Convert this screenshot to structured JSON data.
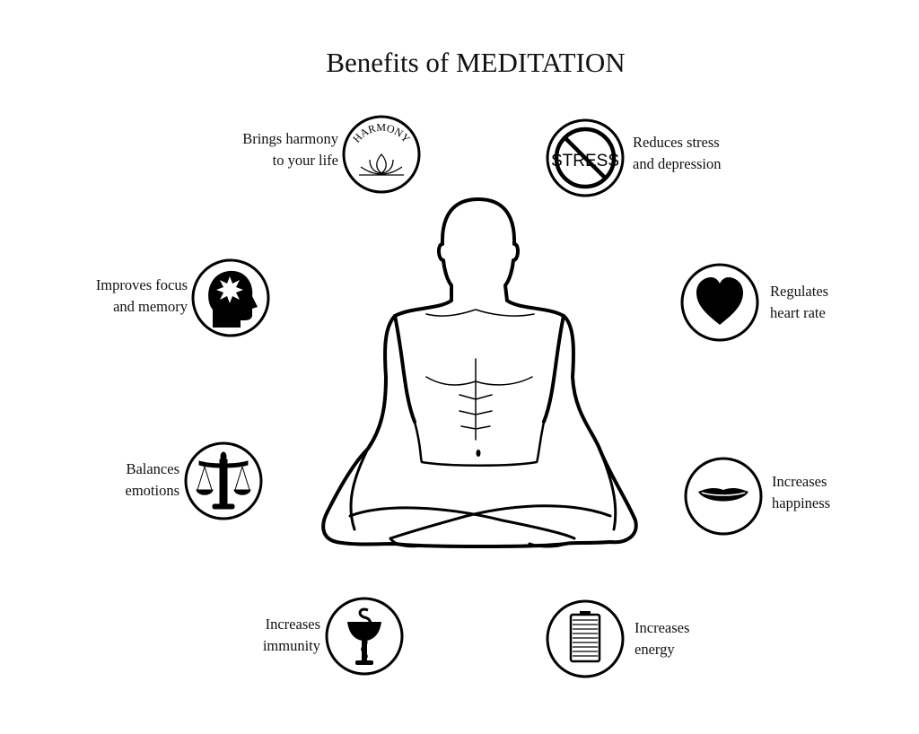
{
  "title": "Benefits of MEDITATION",
  "benefits": {
    "harmony": {
      "line1": "Brings harmony",
      "line2": "to your life",
      "icon_text": "HARMONY",
      "icon": "lotus-icon"
    },
    "stress": {
      "line1": "Reduces stress",
      "line2": "and depression",
      "icon_text": "STRESS",
      "icon": "no-stress-icon"
    },
    "focus": {
      "line1": "Improves focus",
      "line2": "and memory",
      "icon": "head-icon"
    },
    "heart": {
      "line1": "Regulates",
      "line2": "heart  rate",
      "icon": "heart-icon"
    },
    "emotions": {
      "line1": "Balances",
      "line2": "emotions",
      "icon": "scales-icon"
    },
    "happiness": {
      "line1": "Increases",
      "line2": "happiness",
      "icon": "lips-icon"
    },
    "immunity": {
      "line1": "Increases",
      "line2": "immunity",
      "icon": "bowl-of-hygieia-icon"
    },
    "energy": {
      "line1": "Increases",
      "line2": "energy",
      "icon": "battery-icon"
    }
  }
}
